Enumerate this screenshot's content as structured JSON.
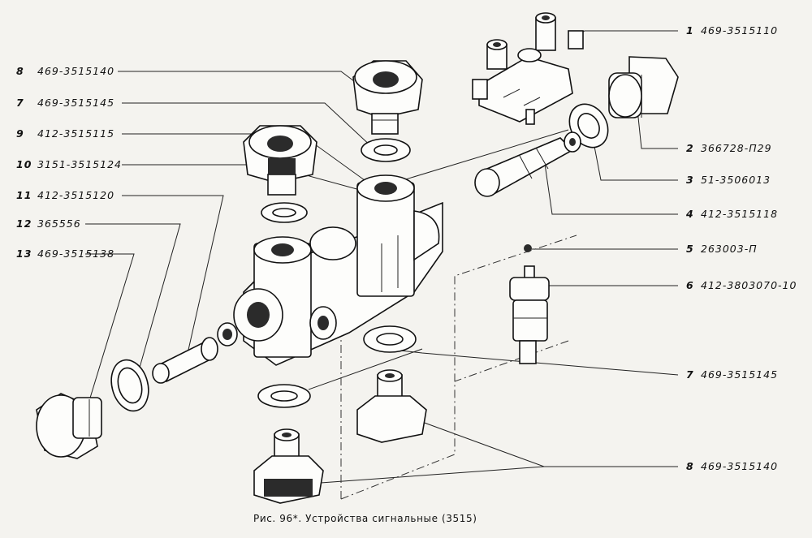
{
  "caption": "Рис. 96*. Устройства сигнальные (3515)",
  "left_labels": [
    {
      "num": "8",
      "code": "469-3515140"
    },
    {
      "num": "7",
      "code": "469-3515145"
    },
    {
      "num": "9",
      "code": "412-3515115"
    },
    {
      "num": "10",
      "code": "3151-3515124"
    },
    {
      "num": "11",
      "code": "412-3515120"
    },
    {
      "num": "12",
      "code": "365556"
    },
    {
      "num": "13",
      "code": "469-3515138"
    }
  ],
  "right_labels": [
    {
      "num": "1",
      "code": "469-3515110"
    },
    {
      "num": "2",
      "code": "366728-П29"
    },
    {
      "num": "3",
      "code": "51-3506013"
    },
    {
      "num": "4",
      "code": "412-3515118"
    },
    {
      "num": "5",
      "code": "263003-П"
    },
    {
      "num": "6",
      "code": "412-3803070-10"
    },
    {
      "num": "7",
      "code": "469-3515145"
    },
    {
      "num": "8",
      "code": "469-3515140"
    }
  ]
}
